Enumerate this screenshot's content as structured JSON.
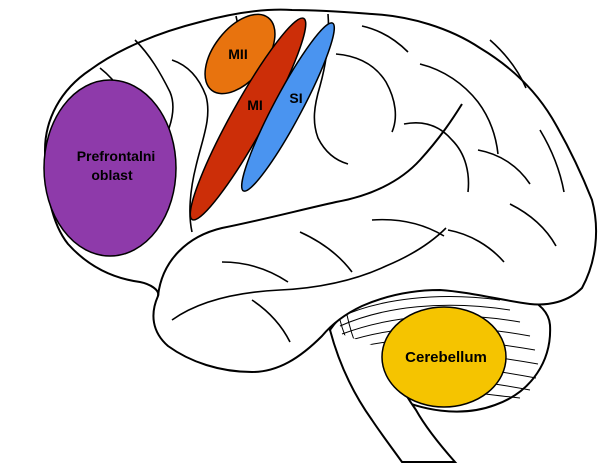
{
  "regions": [
    {
      "label": "Prefrontalni",
      "color": "#8e3aaa"
    },
    {
      "label": "oblast",
      "color": "#8e3aaa"
    },
    {
      "label": "MII",
      "color": "#e8730e"
    },
    {
      "label": "MI",
      "color": "#cc2e08"
    },
    {
      "label": "SI",
      "color": "#4a94f0"
    },
    {
      "label": "Cerebellum",
      "color": "#f5c400"
    }
  ],
  "colors": {
    "outline": "#000000",
    "background": "#ffffff"
  }
}
